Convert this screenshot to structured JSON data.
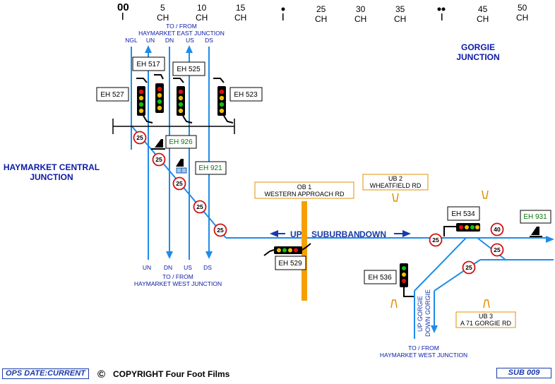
{
  "mileposts": [
    "00",
    "5\nCH",
    "10\nCH",
    "15\nCH",
    "25\nCH",
    "30\nCH",
    "35\nCH",
    "45\nCH",
    "50\nCH"
  ],
  "chainage": {
    "m0": "00",
    "c5": "5",
    "c10": "10",
    "c15": "15",
    "c25": "25",
    "c30": "30",
    "c35": "35",
    "c45": "45",
    "c50": "50",
    "unit": "CH"
  },
  "junctions": {
    "haymarket_central": [
      "HAYMARKET CENTRAL",
      "JUNCTION"
    ],
    "gorgie": [
      "GORGIE",
      "JUNCTION"
    ]
  },
  "top_destination": [
    "TO / FROM",
    "HAYMARKET EAST JUNCTION"
  ],
  "bottom_destination": [
    "TO / FROM",
    "HAYMARKET WEST JUNCTION"
  ],
  "gorgie_destination": [
    "TO / FROM",
    "HAYMARKET WEST JUNCTION"
  ],
  "top_lines": [
    "NGL",
    "UN",
    "DN",
    "US",
    "DS"
  ],
  "bottom_lines": [
    "UN",
    "DN",
    "US",
    "DS"
  ],
  "signals": {
    "eh517": "EH 517",
    "eh525": "EH 525",
    "eh527": "EH 527",
    "eh523": "EH 523",
    "eh926": "EH 926",
    "eh921": "EH 921",
    "eh529": "EH 529",
    "eh534": "EH 534",
    "eh536": "EH 536",
    "eh931": "EH 931"
  },
  "bridges": {
    "ob1": [
      "OB 1",
      "WESTERN APPROACH RD"
    ],
    "ub2": [
      "UB 2",
      "WHEATFIELD RD"
    ],
    "ub3": [
      "UB 3",
      "A 71 GORGIE RD"
    ]
  },
  "speeds": [
    "25",
    "25",
    "25",
    "25",
    "25",
    "25",
    "40",
    "25",
    "25"
  ],
  "main_line_label": {
    "up": "UP",
    "suburban": "SUBURBAN",
    "down": "DOWN"
  },
  "gorgie_lines": {
    "up": "UP GORGIE",
    "down": "DOWN GORGIE"
  },
  "footer": {
    "ops_date": "OPS DATE:CURRENT",
    "copyright_symbol": "©",
    "copyright": "COPYRIGHT Four Foot Films",
    "sheet": "SUB 009"
  },
  "colors": {
    "track": "#1e8ce8",
    "label": "#0a1aa8",
    "bridge": "#e09000",
    "speed_ring": "#d01010",
    "signal_box_green": "#0a7a0a"
  }
}
